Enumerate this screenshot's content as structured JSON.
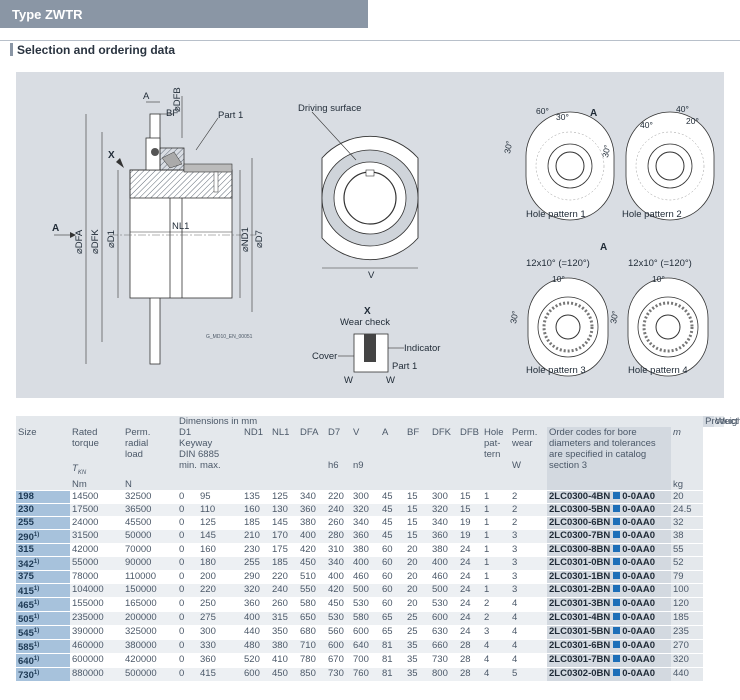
{
  "header": {
    "title": "Type ZWTR"
  },
  "section": {
    "title": "Selection and ordering data"
  },
  "drawing": {
    "labels": {
      "a": "A",
      "bf": "BF",
      "dfb": "⌀DFB",
      "part1": "Part 1",
      "x": "X",
      "dfa": "⌀DFA",
      "dfk": "⌀DFK",
      "d1": "⌀D1",
      "nl1": "NL1",
      "nd1": "⌀ND1",
      "d7": "⌀D7",
      "ref": "G_MD10_EN_00051",
      "driving_surface": "Driving surface",
      "v": "V",
      "x_title": "X",
      "wear_check": "Wear check",
      "indicator": "Indicator",
      "cover": "Cover",
      "part1b": "Part 1",
      "w1": "W",
      "w2": "W",
      "hp_a1": "A",
      "hp_a2": "A",
      "ang60": "60°",
      "ang30a": "30°",
      "ang30b": "30°",
      "ang40a": "40°",
      "ang40b": "40°",
      "ang20": "20°",
      "ang30c": "30°",
      "hp1": "Hole pattern 1",
      "hp2": "Hole pattern 2",
      "hp3": "Hole pattern 3",
      "hp4": "Hole pattern 4",
      "deg12a": "12x10° (=120°)",
      "deg12b": "12x10° (=120°)",
      "ang10a": "10°",
      "ang10b": "10°",
      "ang30d": "30°",
      "ang30e": "30°"
    }
  },
  "table": {
    "head": {
      "size": "Size",
      "rated1": "Rated",
      "rated2": "torque",
      "tkn": "T",
      "tkn_sub": "KN",
      "nm": "Nm",
      "perm1": "Perm.",
      "perm2": "radial",
      "perm3": "load",
      "n_unit": "N",
      "dims": "Dimensions in mm",
      "d1": "D1",
      "keyway": "Keyway",
      "din": "DIN 6885",
      "min": "min.",
      "max": "max.",
      "nd1": "ND1",
      "nl1": "NL1",
      "dfa": "DFA",
      "d7": "D7",
      "h6": "h6",
      "v": "V",
      "n9": "n9",
      "a": "A",
      "bf": "BF",
      "dfk": "DFK",
      "dfb": "DFB",
      "hole1": "Hole",
      "hole2": "pat-",
      "hole3": "tern",
      "wear1": "Perm.",
      "wear2": "wear",
      "w": "W",
      "pc": "Product code",
      "pc1": "Order codes for bore",
      "pc2": "diameters and tolerances",
      "pc3": "are specified in catalog",
      "pc4": "section 3",
      "weight": "Weight",
      "m": "m",
      "kg": "kg"
    },
    "rows": [
      {
        "size": "198",
        "sup": "",
        "t": "14500",
        "r": "32500",
        "dmin": "0",
        "dmax": "95",
        "nd1": "135",
        "nl1": "125",
        "dfa": "340",
        "d7": "220",
        "v": "300",
        "a": "45",
        "bf": "15",
        "dfk": "300",
        "dfb": "15",
        "hp": "1",
        "w": "2",
        "code": "2LC0300-4BN",
        "suffix": "0-0AA0",
        "wt": "20"
      },
      {
        "size": "230",
        "sup": "",
        "t": "17500",
        "r": "36500",
        "dmin": "0",
        "dmax": "110",
        "nd1": "160",
        "nl1": "130",
        "dfa": "360",
        "d7": "240",
        "v": "320",
        "a": "45",
        "bf": "15",
        "dfk": "320",
        "dfb": "15",
        "hp": "1",
        "w": "2",
        "code": "2LC0300-5BN",
        "suffix": "0-0AA0",
        "wt": "24.5"
      },
      {
        "size": "255",
        "sup": "",
        "t": "24000",
        "r": "45500",
        "dmin": "0",
        "dmax": "125",
        "nd1": "185",
        "nl1": "145",
        "dfa": "380",
        "d7": "260",
        "v": "340",
        "a": "45",
        "bf": "15",
        "dfk": "340",
        "dfb": "19",
        "hp": "1",
        "w": "2",
        "code": "2LC0300-6BN",
        "suffix": "0-0AA0",
        "wt": "32"
      },
      {
        "size": "290",
        "sup": "1)",
        "t": "31500",
        "r": "50000",
        "dmin": "0",
        "dmax": "145",
        "nd1": "210",
        "nl1": "170",
        "dfa": "400",
        "d7": "280",
        "v": "360",
        "a": "45",
        "bf": "15",
        "dfk": "360",
        "dfb": "19",
        "hp": "1",
        "w": "3",
        "code": "2LC0300-7BN",
        "suffix": "0-0AA0",
        "wt": "38"
      },
      {
        "size": "315",
        "sup": "",
        "t": "42000",
        "r": "70000",
        "dmin": "0",
        "dmax": "160",
        "nd1": "230",
        "nl1": "175",
        "dfa": "420",
        "d7": "310",
        "v": "380",
        "a": "60",
        "bf": "20",
        "dfk": "380",
        "dfb": "24",
        "hp": "1",
        "w": "3",
        "code": "2LC0300-8BN",
        "suffix": "0-0AA0",
        "wt": "55"
      },
      {
        "size": "342",
        "sup": "1)",
        "t": "55000",
        "r": "90000",
        "dmin": "0",
        "dmax": "180",
        "nd1": "255",
        "nl1": "185",
        "dfa": "450",
        "d7": "340",
        "v": "400",
        "a": "60",
        "bf": "20",
        "dfk": "400",
        "dfb": "24",
        "hp": "1",
        "w": "3",
        "code": "2LC0301-0BN",
        "suffix": "0-0AA0",
        "wt": "52"
      },
      {
        "size": "375",
        "sup": "",
        "t": "78000",
        "r": "110000",
        "dmin": "0",
        "dmax": "200",
        "nd1": "290",
        "nl1": "220",
        "dfa": "510",
        "d7": "400",
        "v": "460",
        "a": "60",
        "bf": "20",
        "dfk": "460",
        "dfb": "24",
        "hp": "1",
        "w": "3",
        "code": "2LC0301-1BN",
        "suffix": "0-0AA0",
        "wt": "79"
      },
      {
        "size": "415",
        "sup": "1)",
        "t": "104000",
        "r": "150000",
        "dmin": "0",
        "dmax": "220",
        "nd1": "320",
        "nl1": "240",
        "dfa": "550",
        "d7": "420",
        "v": "500",
        "a": "60",
        "bf": "20",
        "dfk": "500",
        "dfb": "24",
        "hp": "1",
        "w": "3",
        "code": "2LC0301-2BN",
        "suffix": "0-0AA0",
        "wt": "100"
      },
      {
        "size": "465",
        "sup": "1)",
        "t": "155000",
        "r": "165000",
        "dmin": "0",
        "dmax": "250",
        "nd1": "360",
        "nl1": "260",
        "dfa": "580",
        "d7": "450",
        "v": "530",
        "a": "60",
        "bf": "20",
        "dfk": "530",
        "dfb": "24",
        "hp": "2",
        "w": "4",
        "code": "2LC0301-3BN",
        "suffix": "0-0AA0",
        "wt": "120"
      },
      {
        "size": "505",
        "sup": "1)",
        "t": "235000",
        "r": "200000",
        "dmin": "0",
        "dmax": "275",
        "nd1": "400",
        "nl1": "315",
        "dfa": "650",
        "d7": "530",
        "v": "580",
        "a": "65",
        "bf": "25",
        "dfk": "600",
        "dfb": "24",
        "hp": "2",
        "w": "4",
        "code": "2LC0301-4BN",
        "suffix": "0-0AA0",
        "wt": "185"
      },
      {
        "size": "545",
        "sup": "1)",
        "t": "390000",
        "r": "325000",
        "dmin": "0",
        "dmax": "300",
        "nd1": "440",
        "nl1": "350",
        "dfa": "680",
        "d7": "560",
        "v": "600",
        "a": "65",
        "bf": "25",
        "dfk": "630",
        "dfb": "24",
        "hp": "3",
        "w": "4",
        "code": "2LC0301-5BN",
        "suffix": "0-0AA0",
        "wt": "235"
      },
      {
        "size": "585",
        "sup": "1)",
        "t": "460000",
        "r": "380000",
        "dmin": "0",
        "dmax": "330",
        "nd1": "480",
        "nl1": "380",
        "dfa": "710",
        "d7": "600",
        "v": "640",
        "a": "81",
        "bf": "35",
        "dfk": "660",
        "dfb": "28",
        "hp": "4",
        "w": "4",
        "code": "2LC0301-6BN",
        "suffix": "0-0AA0",
        "wt": "270"
      },
      {
        "size": "640",
        "sup": "1)",
        "t": "600000",
        "r": "420000",
        "dmin": "0",
        "dmax": "360",
        "nd1": "520",
        "nl1": "410",
        "dfa": "780",
        "d7": "670",
        "v": "700",
        "a": "81",
        "bf": "35",
        "dfk": "730",
        "dfb": "28",
        "hp": "4",
        "w": "4",
        "code": "2LC0301-7BN",
        "suffix": "0-0AA0",
        "wt": "320"
      },
      {
        "size": "730",
        "sup": "1)",
        "t": "880000",
        "r": "500000",
        "dmin": "0",
        "dmax": "415",
        "nd1": "600",
        "nl1": "450",
        "dfa": "850",
        "d7": "730",
        "v": "760",
        "a": "81",
        "bf": "35",
        "dfk": "800",
        "dfb": "28",
        "hp": "4",
        "w": "5",
        "code": "2LC0302-0BN",
        "suffix": "0-0AA0",
        "wt": "440"
      }
    ]
  }
}
